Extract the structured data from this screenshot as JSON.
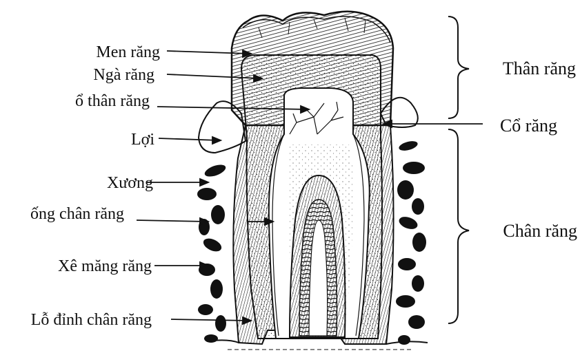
{
  "labels": {
    "men_rang": "Men răng",
    "nga_rang": "Ngà răng",
    "o_than_rang": "ổ thân răng",
    "loi": "Lợi",
    "xuong": "Xương",
    "ong_chan_rang": "ống chân răng",
    "xe_mang_rang": "Xê măng răng",
    "lo_dinh_chan_rang": "Lỗ đỉnh chân răng",
    "than_rang": "Thân răng",
    "co_rang": "Cổ răng",
    "chan_rang": "Chân răng"
  },
  "colors": {
    "ink": "#111111",
    "paper": "#ffffff"
  }
}
